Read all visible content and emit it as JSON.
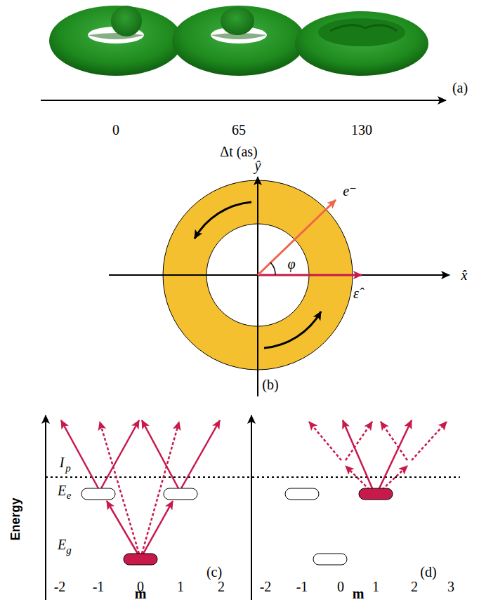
{
  "diagram": {
    "labels": [
      "(a)",
      "0",
      "65",
      "130",
      "Δt (as)",
      "ŷ",
      "x̂",
      "e⁻",
      "φ",
      "ε̂",
      "(b)",
      "I",
      "p",
      "E",
      "e",
      "E",
      "g",
      "Energy",
      "-2",
      "-1",
      "0",
      "1",
      "2",
      "m",
      "(c)",
      "-2",
      "-1",
      "0",
      "1",
      "2",
      "3",
      "m",
      "(d)"
    ]
  }
}
